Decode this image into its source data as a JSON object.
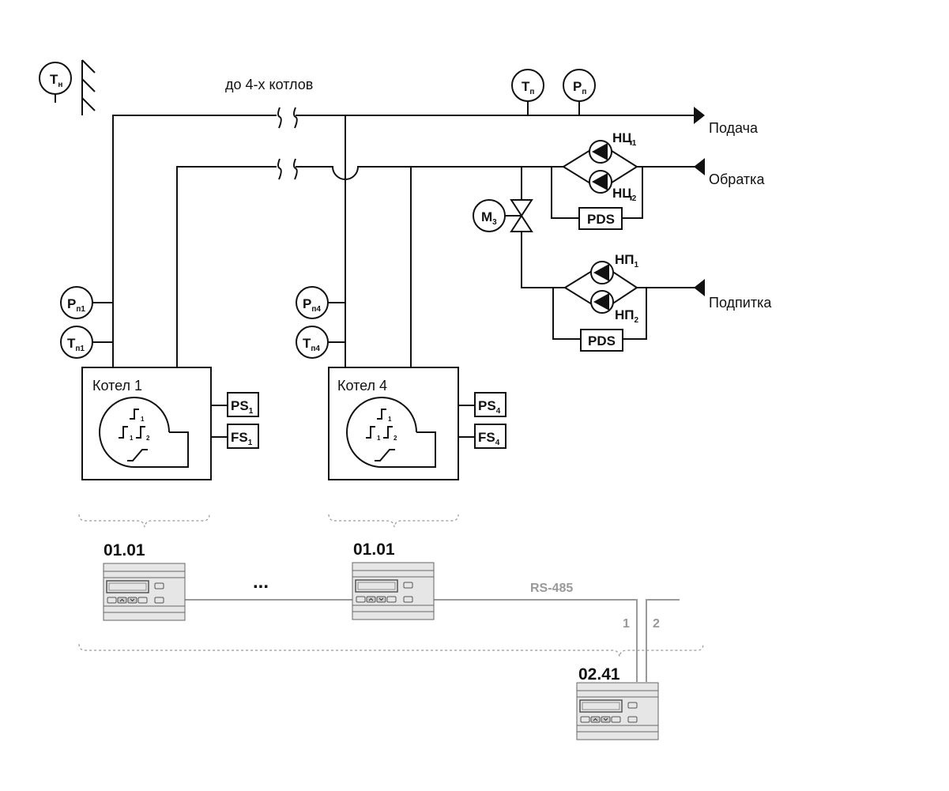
{
  "title_note": "до 4-х котлов",
  "lines": {
    "supply": "Подача",
    "return": "Обратка",
    "makeup": "Подпитка"
  },
  "sensors": {
    "outdoor": {
      "main": "T",
      "sub": "н"
    },
    "supply_temp": {
      "main": "T",
      "sub": "п"
    },
    "supply_pressure": {
      "main": "P",
      "sub": "п"
    },
    "boiler1_pressure": {
      "main": "P",
      "sub": "п1"
    },
    "boiler1_temp": {
      "main": "T",
      "sub": "п1"
    },
    "boiler4_pressure": {
      "main": "P",
      "sub": "п4"
    },
    "boiler4_temp": {
      "main": "T",
      "sub": "п4"
    },
    "valve_motor": {
      "main": "M",
      "sub": "3"
    }
  },
  "pumps": {
    "circ1": {
      "main": "НЦ",
      "sub": "1"
    },
    "circ2": {
      "main": "НЦ",
      "sub": "2"
    },
    "makeup1": {
      "main": "НП",
      "sub": "1"
    },
    "makeup2": {
      "main": "НП",
      "sub": "2"
    },
    "pds": "PDS"
  },
  "boilers": [
    {
      "label": "Котел 1",
      "ps": {
        "main": "PS",
        "sub": "1"
      },
      "fs": {
        "main": "FS",
        "sub": "1"
      },
      "step_subs": [
        "1",
        "1",
        "2"
      ]
    },
    {
      "label": "Котел 4",
      "ps": {
        "main": "PS",
        "sub": "4"
      },
      "fs": {
        "main": "FS",
        "sub": "4"
      },
      "step_subs": [
        "1",
        "1",
        "2"
      ]
    }
  ],
  "controllers": {
    "c1": "01.01",
    "c4": "01.01",
    "master": "02.41",
    "ellipsis": "..."
  },
  "bus": {
    "label": "RS-485",
    "wire1": "1",
    "wire2": "2"
  },
  "colors": {
    "line": "#111111",
    "bus": "#9a9a9a",
    "device_fill": "#e6e6e6"
  }
}
